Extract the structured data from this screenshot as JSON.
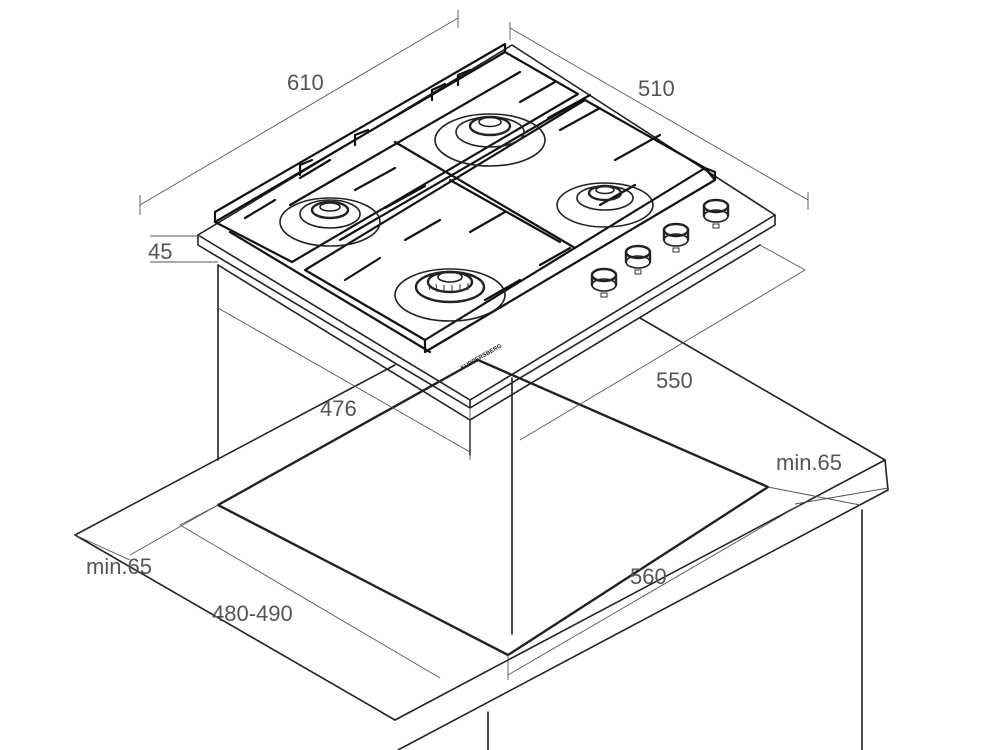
{
  "dimensions": {
    "width_610": "610",
    "depth_510": "510",
    "height_45": "45",
    "depth_476": "476",
    "width_550": "550",
    "min65_right": "min.65",
    "min65_left": "min.65",
    "cutout_560": "560",
    "cutout_480_490": "480-490"
  },
  "colors": {
    "line": "#222222",
    "dimension_text": "#555555",
    "background": "#ffffff"
  }
}
